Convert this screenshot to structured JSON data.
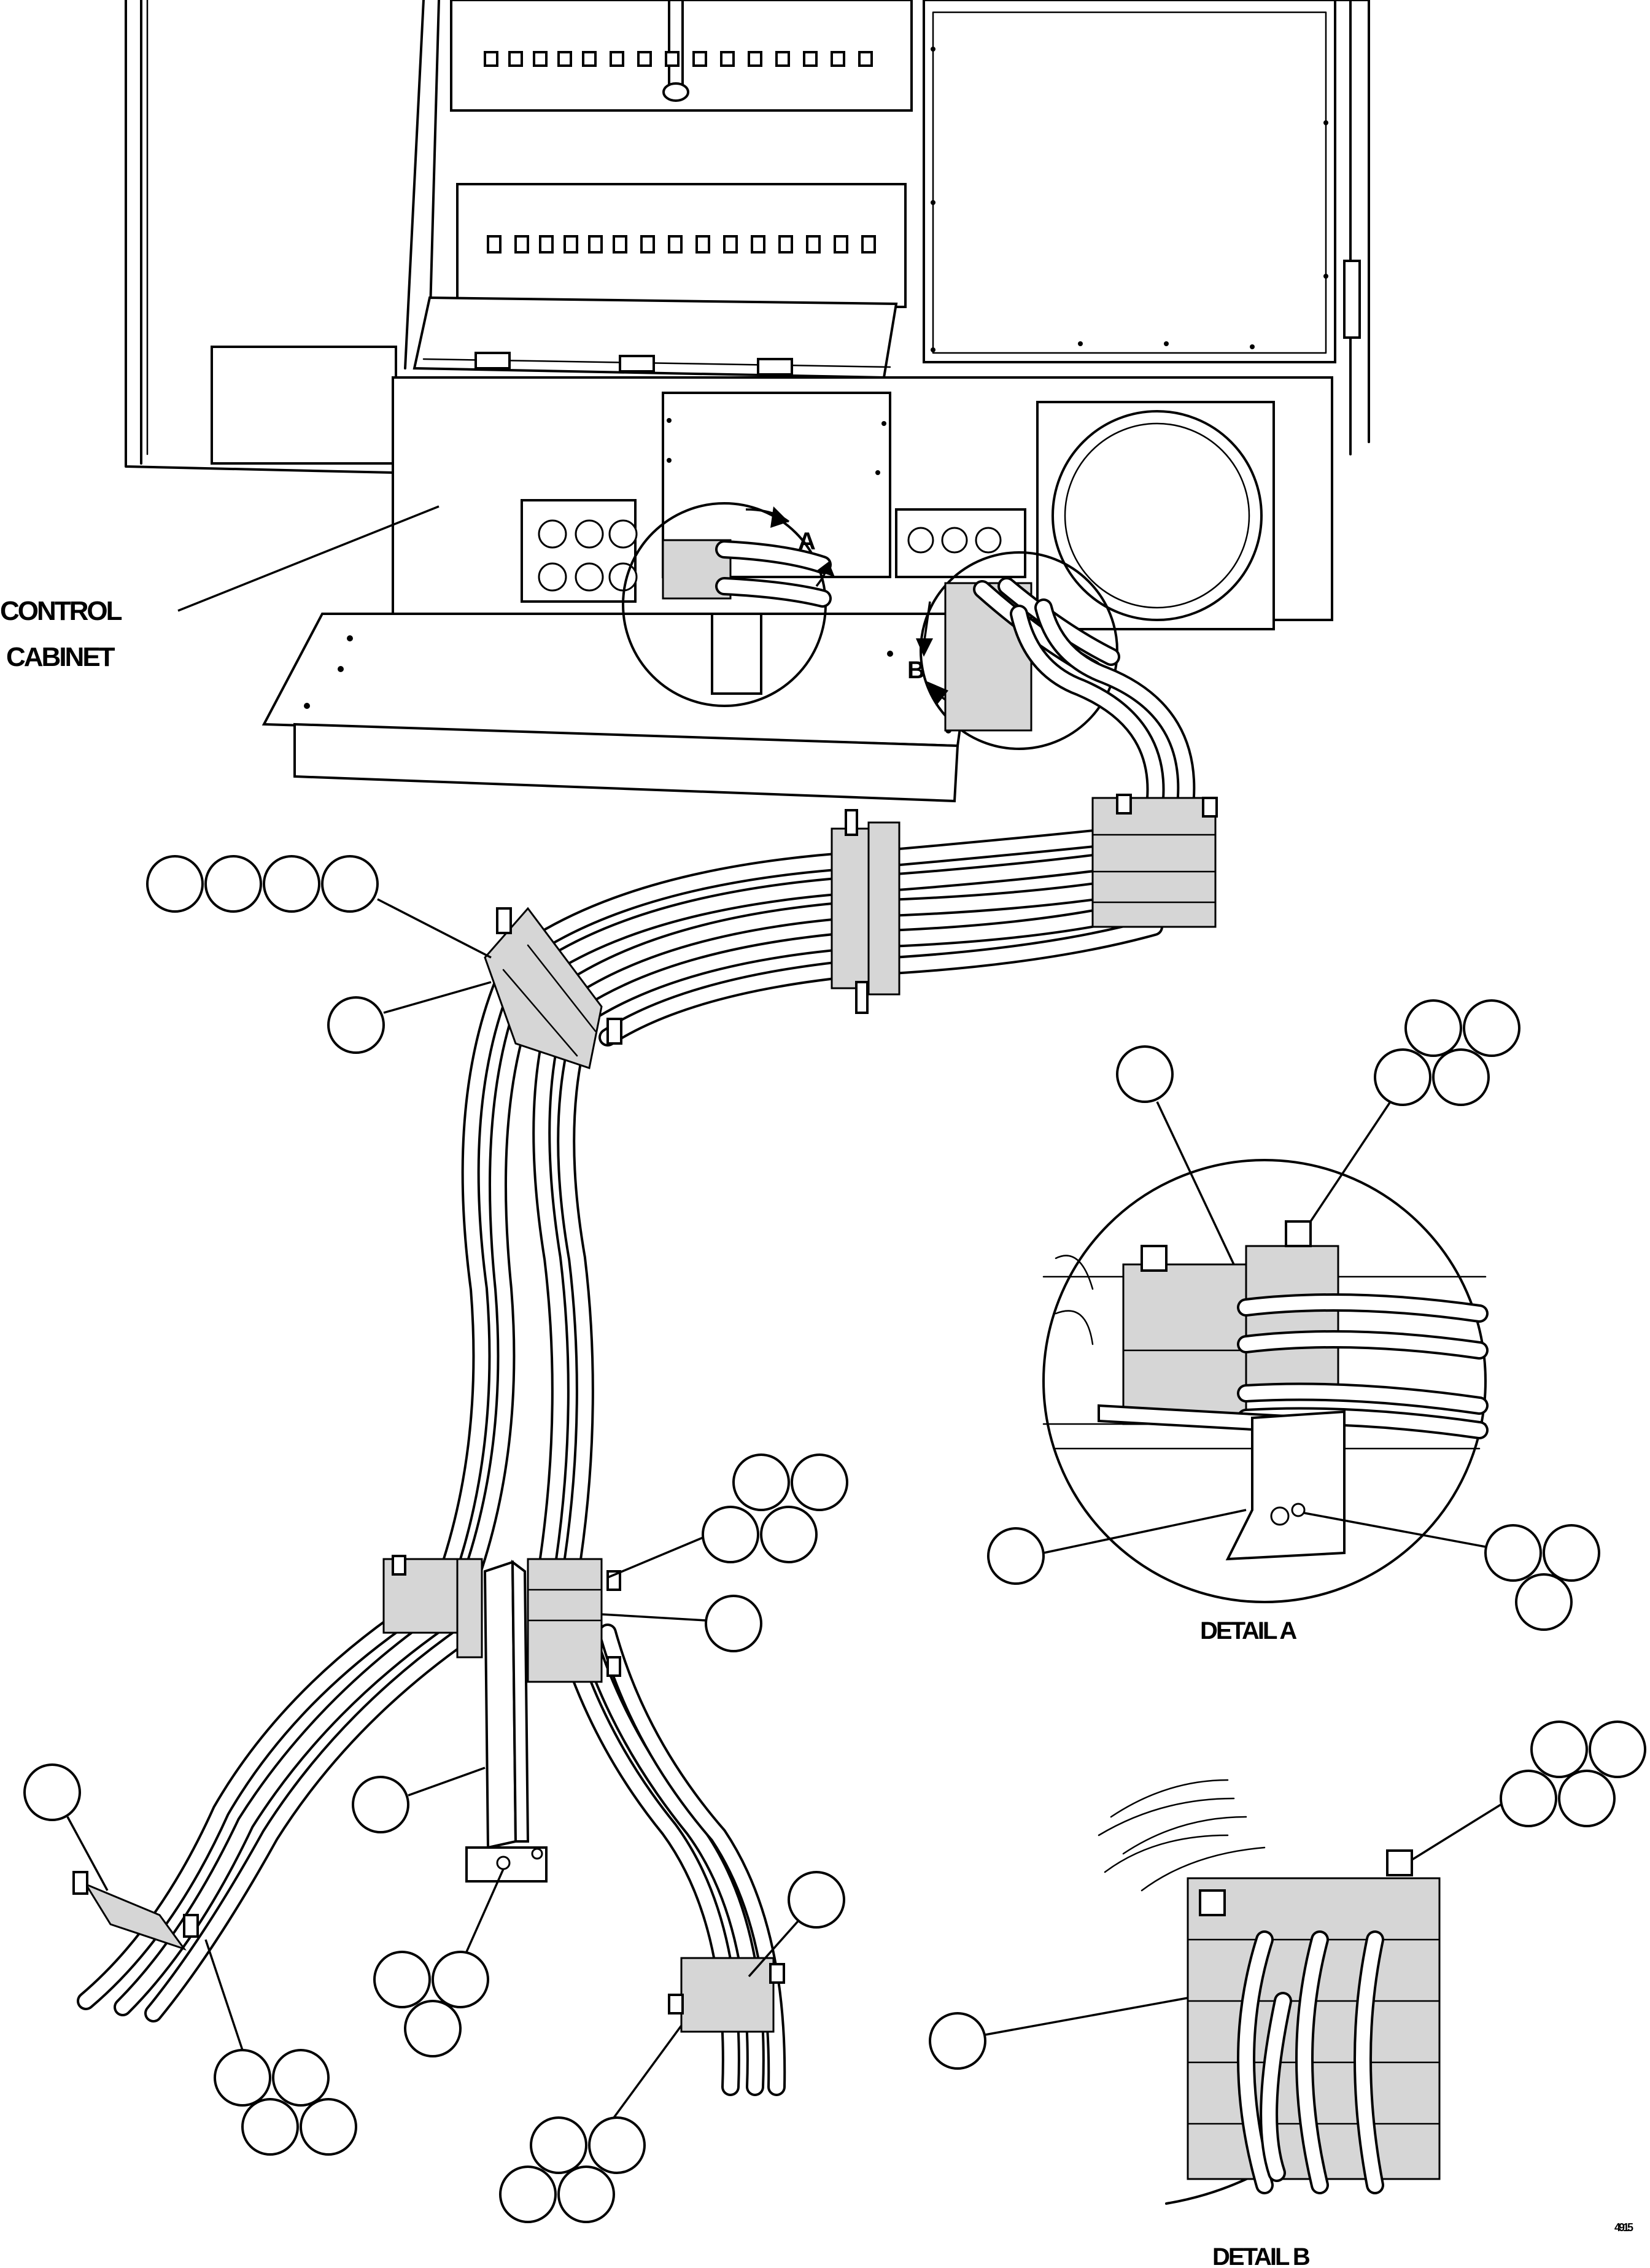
{
  "labels": {
    "control_cabinet_line1": "CONTROL",
    "control_cabinet_line2": "CABINET",
    "callout_a": "A",
    "callout_b": "B",
    "detail_a": "DETAIL A",
    "detail_b": "DETAIL B",
    "figure_number": "4915"
  },
  "balloon_groups": [
    {
      "name": "group-upper-left-row",
      "count": 4
    },
    {
      "name": "group-upper-left-single",
      "count": 1
    },
    {
      "name": "group-detail-a-top-single",
      "count": 1
    },
    {
      "name": "group-detail-a-top-cluster",
      "count": 4
    },
    {
      "name": "group-detail-a-left-single",
      "count": 1
    },
    {
      "name": "group-detail-a-right-cluster",
      "count": 3
    },
    {
      "name": "group-mid-right-cluster",
      "count": 4
    },
    {
      "name": "group-mid-right-single",
      "count": 1
    },
    {
      "name": "group-lower-left-single",
      "count": 1
    },
    {
      "name": "group-lower-left-cluster",
      "count": 4
    },
    {
      "name": "group-stand-single",
      "count": 1
    },
    {
      "name": "group-stand-cluster",
      "count": 3
    },
    {
      "name": "group-lower-right-single",
      "count": 1
    },
    {
      "name": "group-lower-right-cluster",
      "count": 4
    },
    {
      "name": "group-detail-b-top-cluster",
      "count": 4
    },
    {
      "name": "group-detail-b-left-single",
      "count": 1
    }
  ]
}
